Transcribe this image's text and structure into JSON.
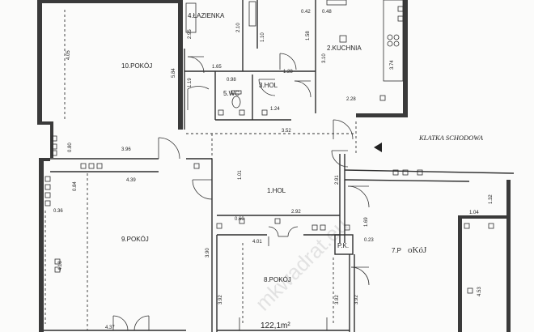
{
  "rooms": {
    "lazienka": "4.ŁAZIENKA",
    "kuchnia": "2.KUCHNIA",
    "pokoj10": "10.POKÓJ",
    "wc": "5.WC",
    "hol3": "3.HOL",
    "hol1": "1.HOL",
    "pokoj9": "9.POKÓJ",
    "pokoj8": "8.POKÓJ",
    "pk": "P.K.",
    "pokoj7": "7.P",
    "pokoj7_hand": "oKóJ"
  },
  "stairwell": "KLATKA SCHODOWA",
  "total_area": "122,1m²",
  "watermark": "mkwadrat.eu",
  "dimensions": {
    "d_042": "0.42",
    "d_048": "0.48",
    "d_295": "2.95",
    "d_210": "2.10",
    "d_110": "1.10",
    "d_158": "1.58",
    "d_310": "3.10",
    "d_374": "3.74",
    "d_405": "4.05",
    "d_584": "5.84",
    "d_165": "1.65",
    "d_128": "1.28",
    "d_098": "0.98",
    "d_119": "1.19",
    "d_124": "1.24",
    "d_228": "2.28",
    "d_352": "3.52",
    "d_396": "3.96",
    "d_080": "0.80",
    "d_084": "0.84",
    "d_439": "4.39",
    "d_291": "2.91",
    "d_101": "1.01",
    "d_036": "0.36",
    "d_292": "2.92",
    "d_060": "0.60",
    "d_169": "1.69",
    "d_401": "4.01",
    "d_023": "0.23",
    "d_418": "4.18",
    "d_390": "3.90",
    "d_437": "4.37",
    "d_392a": "3.92",
    "d_392b": "3.92",
    "d_392c": "3.92",
    "d_104": "1.04",
    "d_132": "1.32",
    "d_453": "4.53"
  }
}
